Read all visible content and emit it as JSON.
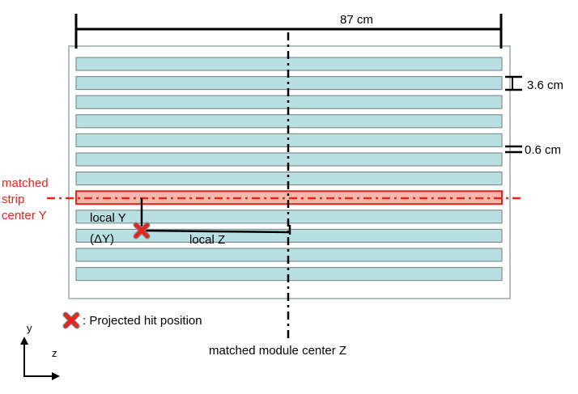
{
  "dimensions": {
    "total_width": "87 cm",
    "strip_height": "3.6 cm",
    "strip_gap": "0.6 cm"
  },
  "labels": {
    "matched_strip_line1": "matched",
    "matched_strip_line2": "strip",
    "matched_strip_line3": "center Y",
    "local_y": "local Y",
    "delta_y": "(ΔY)",
    "local_z": "local Z",
    "module_center": "matched module center Z"
  },
  "legend": {
    "hit_marker_icon": "red-x-cross-icon",
    "hit_marker_text": ": Projected hit position"
  },
  "axes": {
    "y_label": "y",
    "z_label": "z"
  },
  "colors": {
    "strip_fill": "#b8dfe1",
    "strip_border": "#7f8f92",
    "matched_strip_fill": "#f7b7ab",
    "matched_strip_border": "#e8231b",
    "highlight_red": "#e8231b"
  },
  "strips": {
    "count": 12,
    "matched_index": 7
  }
}
